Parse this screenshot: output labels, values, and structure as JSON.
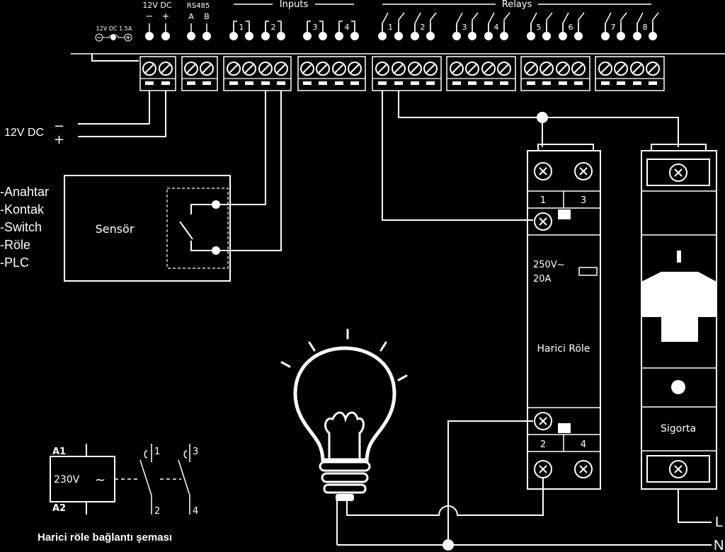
{
  "header": {
    "power_label": "12V DC",
    "power_minus": "−",
    "power_plus": "+",
    "jack_label": "12V DC 1.5A",
    "rs485_label": "RS485",
    "rs485_a": "A",
    "rs485_b": "B",
    "inputs_label": "Inputs",
    "relays_label": "Relays",
    "input_numbers": [
      "1",
      "2",
      "3",
      "4"
    ],
    "relay_numbers": [
      "1",
      "2",
      "3",
      "4",
      "5",
      "6",
      "7",
      "8"
    ]
  },
  "supply": {
    "label": "12V DC",
    "minus": "−",
    "plus": "+"
  },
  "sensor": {
    "title": "Sensör",
    "types": [
      "-Anahtar",
      "-Kontak",
      "-Switch",
      "-Röle",
      "-PLC"
    ]
  },
  "relay_module": {
    "terminal_top_left": "1",
    "terminal_top_right": "3",
    "rating_voltage": "250V~",
    "rating_current": "20A",
    "name": "Harici Röle",
    "terminal_bottom_left": "2",
    "terminal_bottom_right": "4"
  },
  "fuse": {
    "name": "Sigorta"
  },
  "mains": {
    "line": "L",
    "neutral": "N"
  },
  "schematic": {
    "a1": "A1",
    "a2": "A2",
    "coil_voltage": "230V",
    "coil_symbol": "~",
    "contact_1": "1",
    "contact_2": "2",
    "contact_3": "3",
    "contact_4": "4",
    "caption": "Harici röle bağlantı şeması"
  }
}
